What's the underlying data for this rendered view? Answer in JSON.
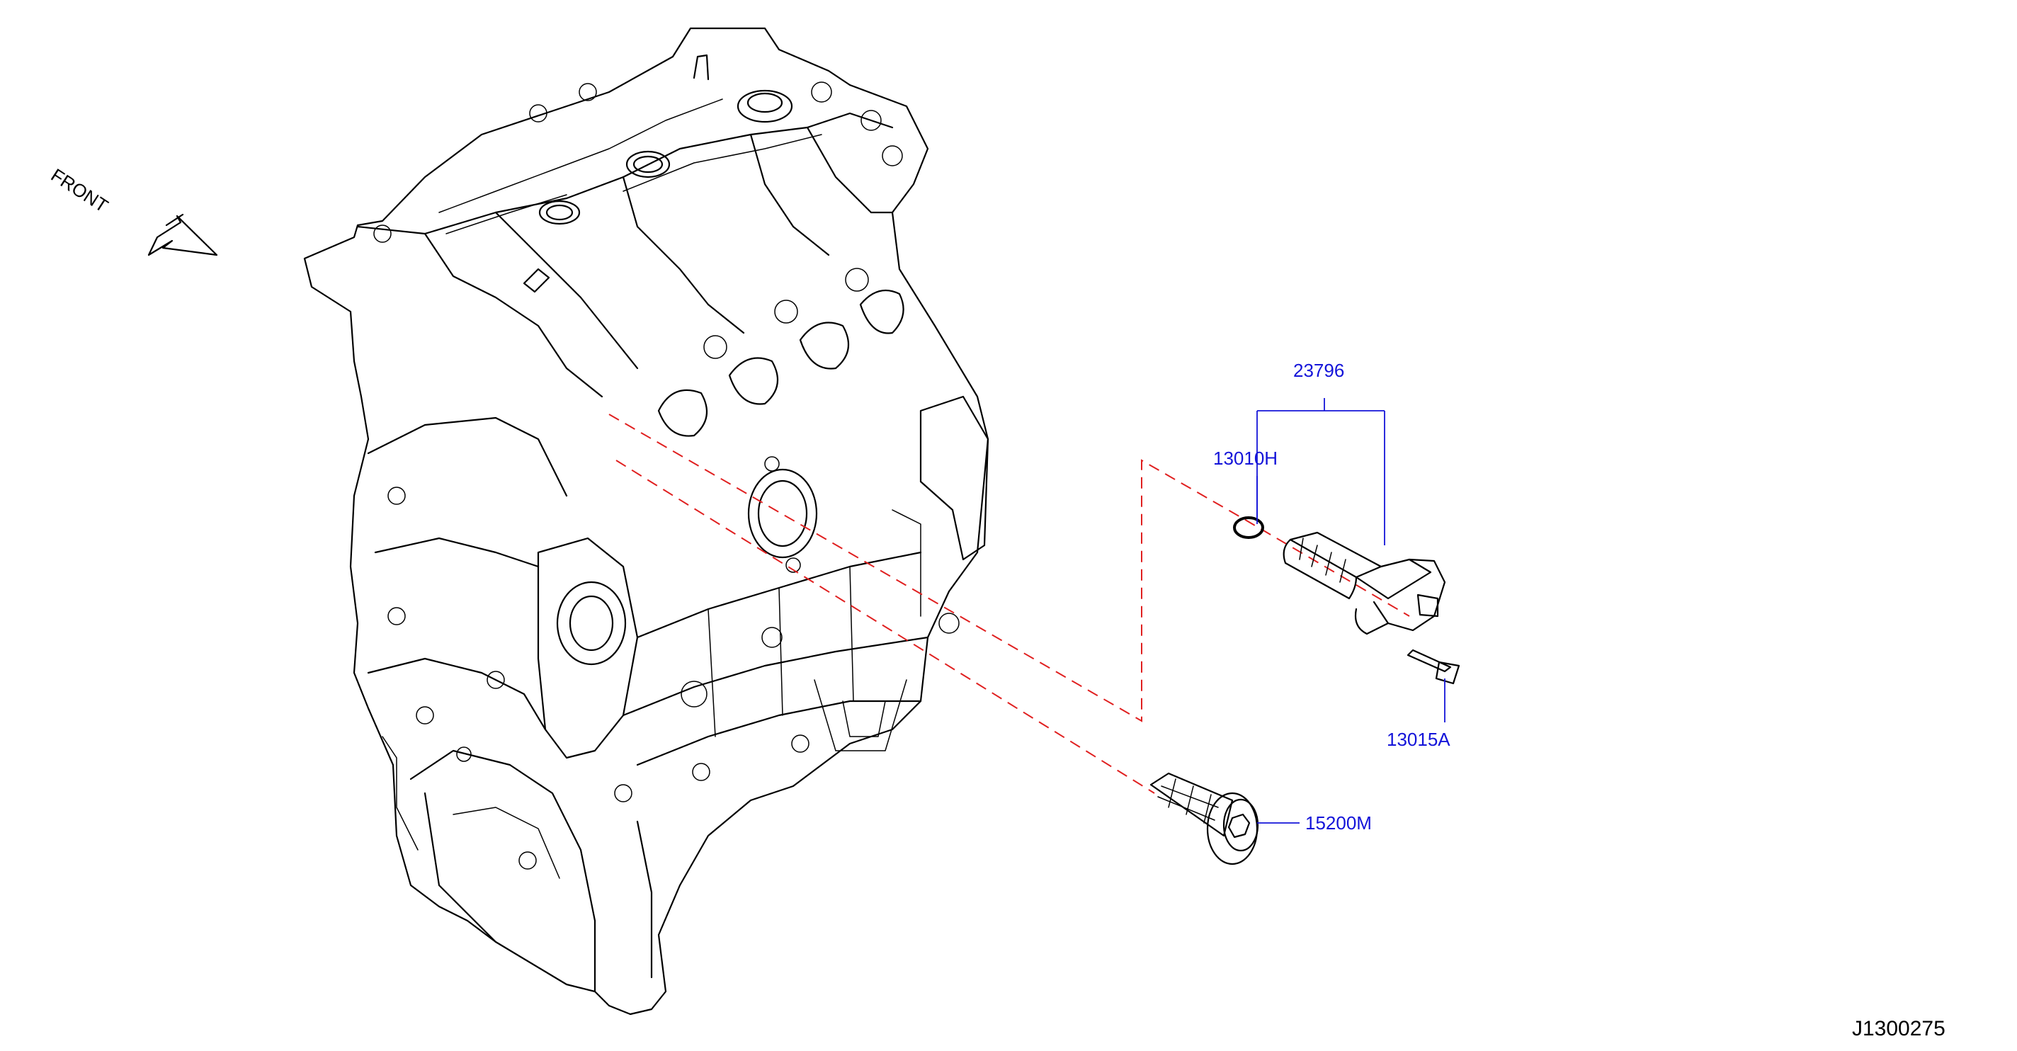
{
  "front_label": "FRONT",
  "diagram_id": "J1300275",
  "parts": {
    "assembly": "23796",
    "o_ring": "13010H",
    "bolt": "13015A",
    "filter": "15200M"
  },
  "colors": {
    "part_label": "#1414d9",
    "dashed_line": "#e02020",
    "line_art": "#000000"
  }
}
